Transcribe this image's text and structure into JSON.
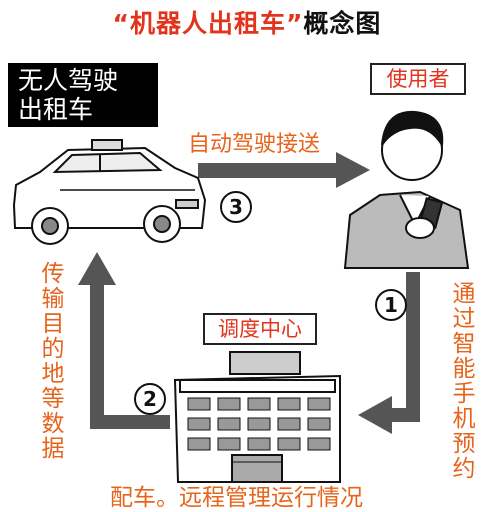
{
  "title": {
    "main": "“机器人出租车”",
    "suffix": "概念图"
  },
  "taxi_label": {
    "line1": "无人驾驶",
    "line2": "出租车"
  },
  "user_label": "使用者",
  "center_label": "调度中心",
  "arrow_top_label": "自动驾驶接送",
  "left_vertical": [
    "传",
    "输",
    "目",
    "的",
    "地",
    "等",
    "数",
    "据"
  ],
  "right_vertical": [
    "通",
    "过",
    "智",
    "能",
    "手",
    "机",
    "预",
    "约"
  ],
  "bottom_label": "配车。远程管理运行情况",
  "step_numbers": {
    "one": "1",
    "two": "2",
    "three": "3"
  },
  "colors": {
    "title_red": "#e2341d",
    "label_orange": "#e7641c",
    "arrow_gray": "#555555"
  }
}
